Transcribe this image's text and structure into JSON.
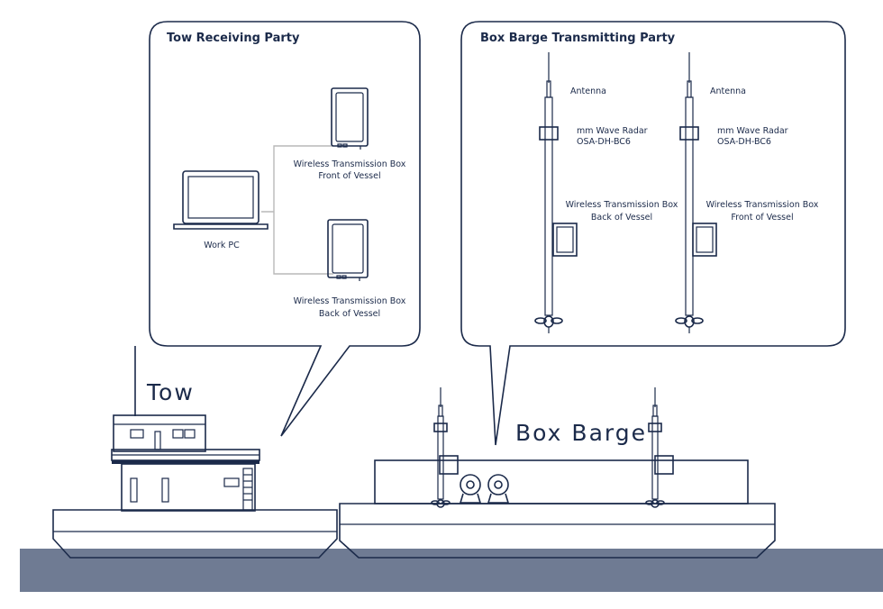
{
  "tow_party": {
    "title": "Tow Receiving Party",
    "work_pc": "Work PC",
    "box_front_line1": "Wireless Transmission Box",
    "box_front_line2": "Front of Vessel",
    "box_back_line1": "Wireless Transmission Box",
    "box_back_line2": "Back of Vessel"
  },
  "barge_party": {
    "title": "Box Barge Transmitting Party",
    "left_mast": {
      "antenna": "Antenna",
      "radar_line1": "mm Wave Radar",
      "radar_line2": "OSA-DH-BC6",
      "box_line1": "Wireless Transmission Box",
      "box_line2": "Back of Vessel"
    },
    "right_mast": {
      "antenna": "Antenna",
      "radar_line1": "mm Wave Radar",
      "radar_line2": "OSA-DH-BC6",
      "box_line1": "Wireless Transmission Box",
      "box_line2": "Front of Vessel"
    }
  },
  "scene": {
    "tow_label": "Tow",
    "barge_label": "Box Barge"
  },
  "colors": {
    "ink": "#1b2a4a",
    "sea": "#6f7b93",
    "wire": "#b9b9b9"
  }
}
